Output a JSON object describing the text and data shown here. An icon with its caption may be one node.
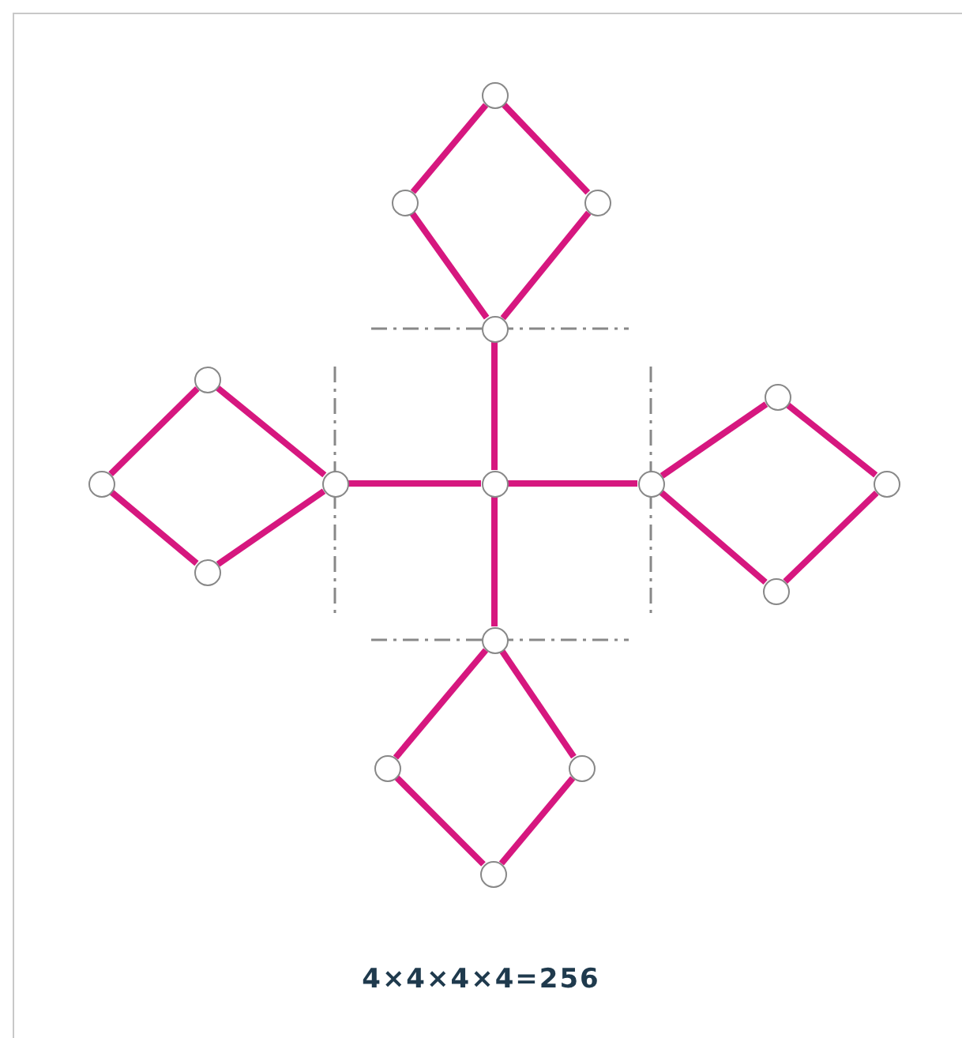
{
  "diagram": {
    "caption": "4×4×4×4=256",
    "nodes": [
      {
        "text": [],
        "shape": "circle"
      },
      {
        "text": [],
        "shape": "circle"
      },
      {
        "text": [],
        "shape": "circle"
      },
      {
        "text": [],
        "shape": "circle"
      },
      {
        "text": [],
        "shape": "circle"
      },
      {
        "text": [],
        "shape": "circle"
      },
      {
        "text": [],
        "shape": "circle"
      },
      {
        "text": [],
        "shape": "circle"
      },
      {
        "text": [],
        "shape": "circle"
      },
      {
        "text": [],
        "shape": "circle"
      },
      {
        "text": [],
        "shape": "circle"
      },
      {
        "text": [],
        "shape": "circle"
      },
      {
        "text": [],
        "shape": "circle"
      },
      {
        "text": [],
        "shape": "circle"
      },
      {
        "text": [],
        "shape": "circle"
      },
      {
        "text": [],
        "shape": "circle"
      },
      {
        "text": [],
        "shape": "circle"
      }
    ],
    "edges": [
      {
        "from": 0,
        "to": 1,
        "arrow": "none"
      },
      {
        "from": 0,
        "to": 2,
        "arrow": "none"
      },
      {
        "from": 1,
        "to": 3,
        "arrow": "none"
      },
      {
        "from": 2,
        "to": 3,
        "arrow": "none"
      },
      {
        "from": 3,
        "to": 8,
        "arrow": "none"
      },
      {
        "from": 4,
        "to": 6,
        "arrow": "none"
      },
      {
        "from": 6,
        "to": 11,
        "arrow": "none"
      },
      {
        "from": 11,
        "to": 7,
        "arrow": "none"
      },
      {
        "from": 4,
        "to": 7,
        "arrow": "none"
      },
      {
        "from": 7,
        "to": 8,
        "arrow": "none"
      },
      {
        "from": 8,
        "to": 9,
        "arrow": "none"
      },
      {
        "from": 9,
        "to": 5,
        "arrow": "none"
      },
      {
        "from": 5,
        "to": 10,
        "arrow": "none"
      },
      {
        "from": 10,
        "to": 12,
        "arrow": "none"
      },
      {
        "from": 12,
        "to": 9,
        "arrow": "none"
      },
      {
        "from": 8,
        "to": 13,
        "arrow": "none"
      },
      {
        "from": 13,
        "to": 14,
        "arrow": "none"
      },
      {
        "from": 13,
        "to": 15,
        "arrow": "none"
      },
      {
        "from": 14,
        "to": 16,
        "arrow": "none"
      },
      {
        "from": 15,
        "to": 16,
        "arrow": "none"
      }
    ]
  }
}
